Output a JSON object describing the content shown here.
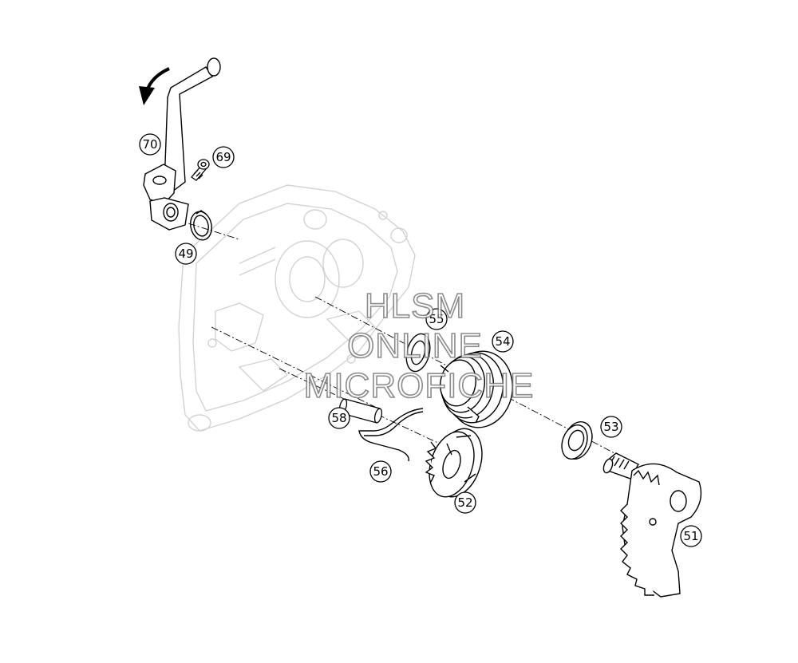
{
  "diagram": {
    "callouts": [
      {
        "id": "c70",
        "label": "70"
      },
      {
        "id": "c69",
        "label": "69"
      },
      {
        "id": "c49",
        "label": "49"
      },
      {
        "id": "c55",
        "label": "55"
      },
      {
        "id": "c54",
        "label": "54"
      },
      {
        "id": "c53",
        "label": "53"
      },
      {
        "id": "c58",
        "label": "58"
      },
      {
        "id": "c56",
        "label": "56"
      },
      {
        "id": "c52",
        "label": "52"
      },
      {
        "id": "c51",
        "label": "51"
      }
    ],
    "watermark": {
      "line1": "HLSM",
      "line2": "ONLINE",
      "line3": "MICROFICHE"
    },
    "colors": {
      "line": "#000000",
      "ghost": "#cfcfcf",
      "background": "#ffffff"
    }
  }
}
